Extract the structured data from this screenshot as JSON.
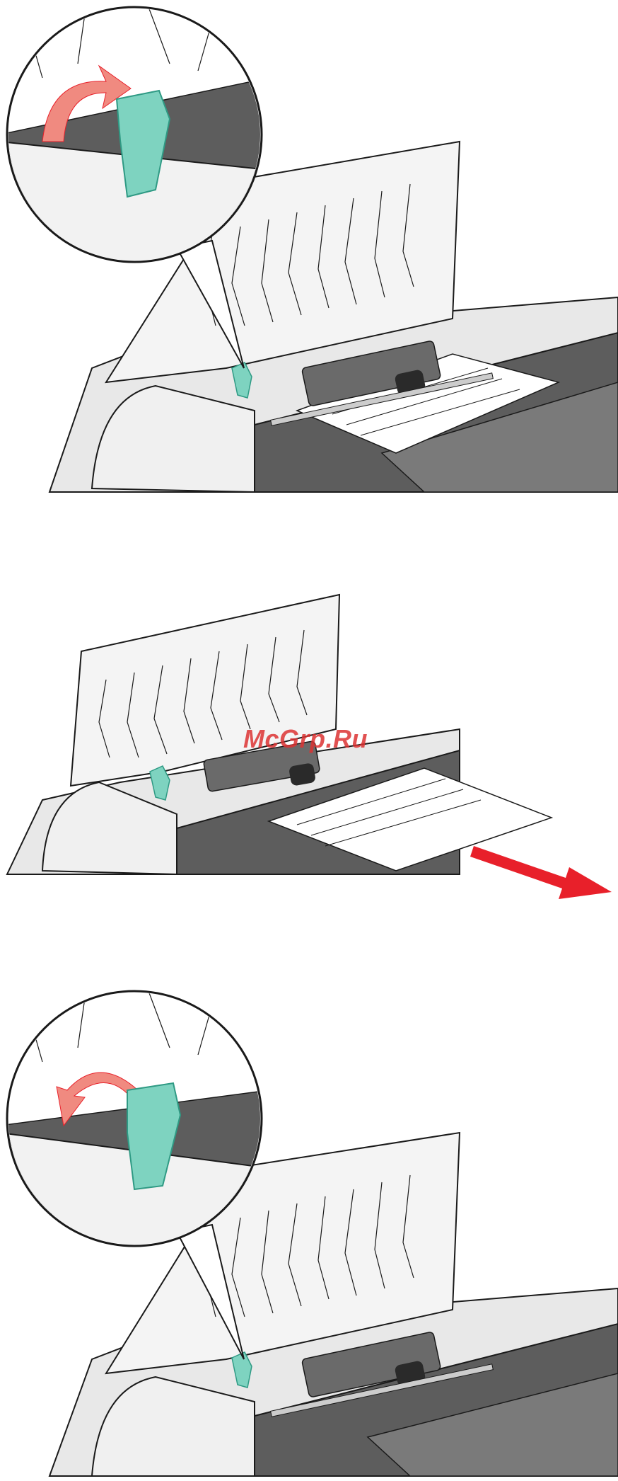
{
  "watermark": {
    "text": "McGrp.Ru"
  },
  "colors": {
    "latch": "#7ed3c0",
    "latch_dark": "#2f9a84",
    "arrow_red": "#e8202a",
    "arrow_pink": "#f08a80",
    "dark_gray": "#5d5d5d",
    "mid_gray": "#8c8c8c",
    "light_gray": "#d8d8d8",
    "paper": "#ffffff",
    "outline": "#1a1a1a"
  },
  "panels": [
    {
      "step": "open-latch",
      "icons": [
        "magnifier-circle",
        "curved-arrow-right",
        "green-latch",
        "printer-feeder"
      ]
    },
    {
      "step": "remove-paper",
      "icons": [
        "printer-feeder",
        "paper-sheet",
        "straight-arrow-out"
      ]
    },
    {
      "step": "close-latch",
      "icons": [
        "magnifier-circle",
        "curved-arrow-down",
        "green-latch",
        "printer-feeder"
      ]
    }
  ]
}
